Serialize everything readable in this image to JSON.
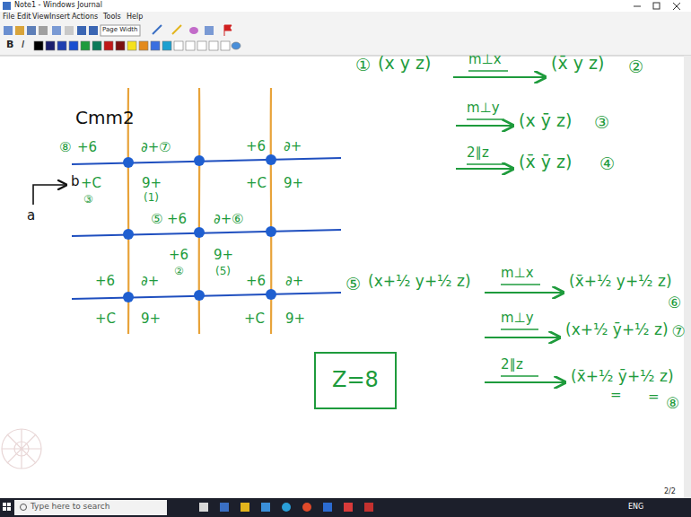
{
  "diagram": {
    "nodes": [
      {
        "text": [
          "Z=8"
        ]
      }
    ],
    "labels": [
      "Note1 - Windows Journal",
      "File",
      "Edit",
      "View",
      "Insert",
      "Actions",
      "Tools",
      "Help",
      "Page Width",
      "B",
      "I",
      "2/2",
      "Type here to search",
      "ENG",
      "Cmm2",
      "b",
      "a",
      "⑧",
      "+6",
      "∂+",
      "⑦",
      "+C",
      "9+",
      "③",
      "(1)",
      "+6",
      "∂+",
      "+C",
      "9+",
      "⑤",
      "+6",
      "∂+",
      "⑥",
      "+6",
      "9+",
      "②",
      "(5)",
      "+6",
      "∂+",
      "+C",
      "9+",
      "+6",
      "∂+",
      "+C",
      "9+",
      "①",
      "(x y z)",
      "m⊥x",
      "(x̄ y z)",
      "②",
      "m⊥y",
      "(x ȳ z)",
      "③",
      "2∥z",
      "(x̄ ȳ z)",
      "④",
      "⑤",
      "(x+½ y+½ z)",
      "m⊥x",
      "(x̄+½ y+½ z)",
      "⑥",
      "m⊥y",
      "(x+½ ȳ+½ z)",
      "⑦",
      "2∥z",
      "(x̄+½ ȳ+½ z)",
      "=",
      "=",
      "⑧"
    ]
  }
}
